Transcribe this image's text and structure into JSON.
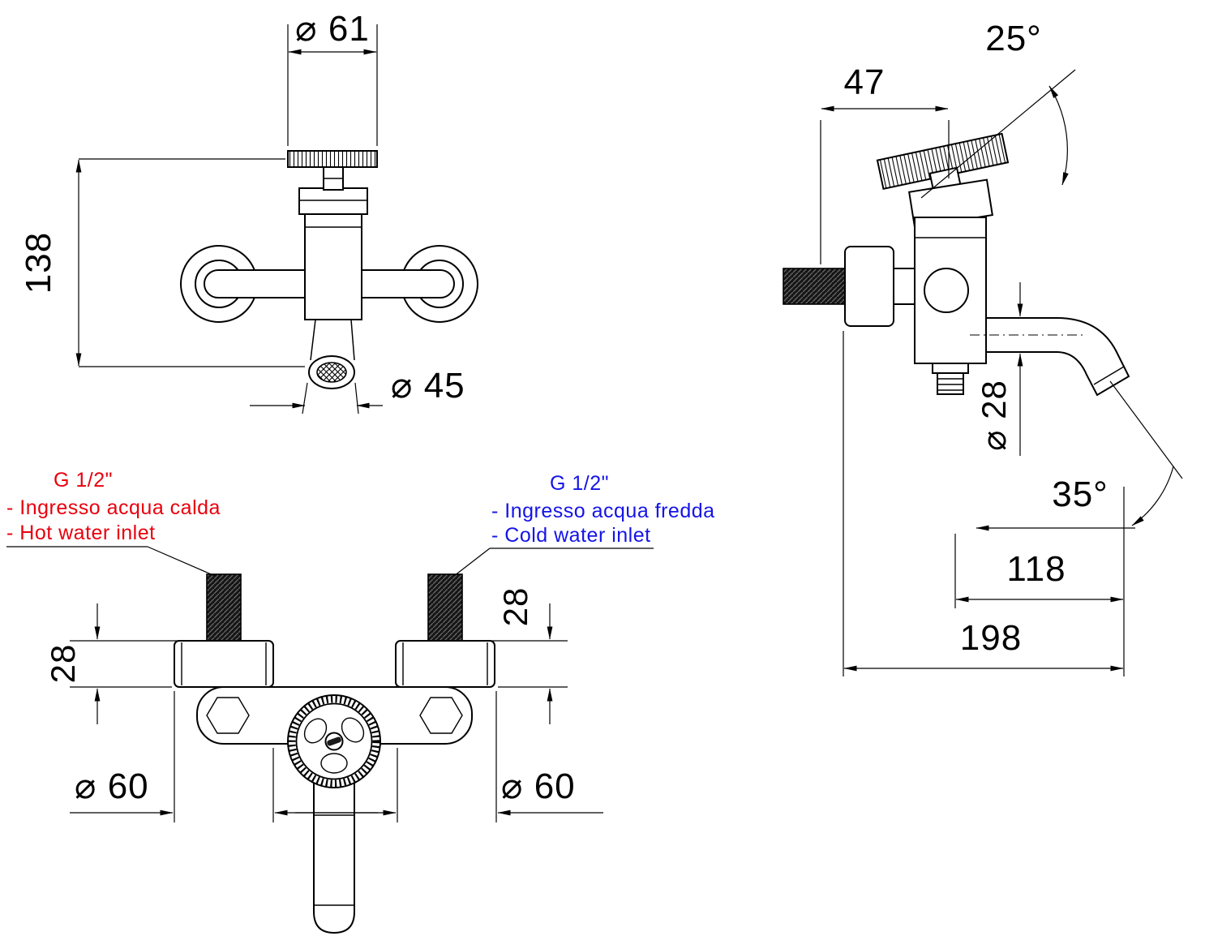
{
  "meta": {
    "type": "technical-drawing",
    "subject": "Wall-mounted bath mixer tap dimensional drawing, three orthographic views"
  },
  "colors": {
    "line": "#000000",
    "hot": "#e8000d",
    "cold": "#1414e8",
    "background": "#ffffff"
  },
  "front_view": {
    "dim_wheel_diameter": "⌀ 61",
    "dim_height": "138",
    "dim_spout_diameter": "⌀ 45"
  },
  "side_view": {
    "dim_handle_angle": "25°",
    "dim_top_offset": "47",
    "dim_tube_diameter": "⌀ 28",
    "dim_spout_angle": "35°",
    "dim_reach": "118",
    "dim_total_depth": "198"
  },
  "bottom_view": {
    "hot_inlet": {
      "thread": "G 1/2\"",
      "line_it": "- Ingresso acqua calda",
      "line_en": "- Hot water inlet"
    },
    "cold_inlet": {
      "thread": "G 1/2\"",
      "line_it": "- Ingresso acqua fredda",
      "line_en": "- Cold water inlet"
    },
    "dim_left_depth": "28",
    "dim_right_depth": "28",
    "dim_left_flange_diameter": "⌀ 60",
    "dim_right_flange_diameter": "⌀ 60"
  }
}
